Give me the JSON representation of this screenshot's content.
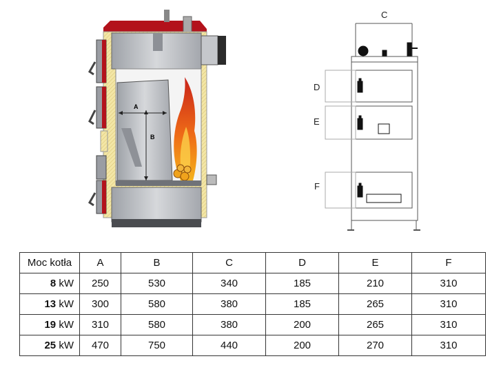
{
  "diagram": {
    "section_labels": {
      "a": "A",
      "b": "B"
    },
    "front_labels": {
      "c": "C",
      "d": "D",
      "e": "E",
      "f": "F"
    }
  },
  "table": {
    "headers": [
      "Moc kotła",
      "A",
      "B",
      "C",
      "D",
      "E",
      "F"
    ],
    "rows": [
      {
        "power": "8",
        "unit": "kW",
        "values": [
          "250",
          "530",
          "340",
          "185",
          "210",
          "310"
        ]
      },
      {
        "power": "13",
        "unit": "kW",
        "values": [
          "300",
          "580",
          "380",
          "185",
          "265",
          "310"
        ]
      },
      {
        "power": "19",
        "unit": "kW",
        "values": [
          "310",
          "580",
          "380",
          "200",
          "265",
          "310"
        ]
      },
      {
        "power": "25",
        "unit": "kW",
        "values": [
          "470",
          "750",
          "440",
          "200",
          "270",
          "310"
        ]
      }
    ]
  },
  "colors": {
    "casing_red": "#b3121b",
    "insulation": "#f3e6a6",
    "steel": "#b9bcc1",
    "flame": "#e4481c"
  }
}
